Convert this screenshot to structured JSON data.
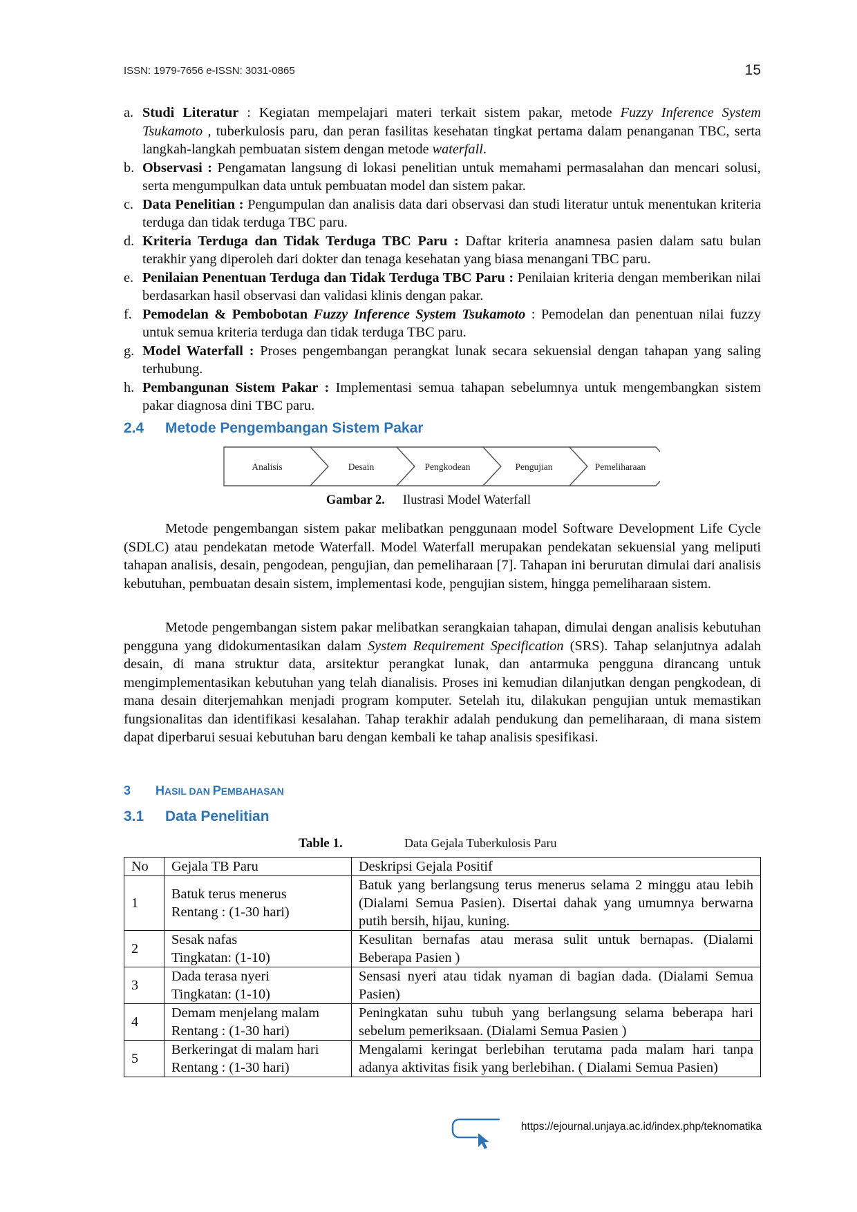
{
  "header": {
    "issn": "ISSN: 1979-7656 e-ISSN: 3031-0865",
    "page_number": "15"
  },
  "steps": [
    {
      "marker": "a.",
      "bold": "Studi Literatur",
      "parts": [
        " : Kegiatan mempelajari materi terkait sistem pakar, metode ",
        "Fuzzy Inference System Tsukamoto",
        " , tuberkulosis paru, dan peran fasilitas kesehatan tingkat pertama dalam penanganan TBC, serta langkah-langkah pembuatan sistem dengan metode ",
        "waterfall",
        "."
      ]
    },
    {
      "marker": "b.",
      "bold": "Observasi :",
      "text": " Pengamatan langsung di lokasi penelitian untuk memahami permasalahan dan mencari solusi, serta mengumpulkan data untuk pembuatan model dan sistem pakar."
    },
    {
      "marker": "c.",
      "bold": "Data Penelitian :",
      "text": " Pengumpulan dan analisis data dari observasi dan studi literatur untuk menentukan kriteria terduga dan tidak terduga TBC paru."
    },
    {
      "marker": "d.",
      "bold": "Kriteria Terduga dan Tidak Terduga TBC Paru :",
      "text": " Daftar kriteria anamnesa pasien dalam satu bulan terakhir yang diperoleh dari dokter dan tenaga kesehatan yang biasa menangani TBC paru."
    },
    {
      "marker": "e.",
      "bold": "Penilaian Penentuan Terduga dan Tidak Terduga TBC Paru :",
      "text": " Penilaian kriteria dengan memberikan nilai berdasarkan hasil observasi dan validasi klinis dengan pakar."
    },
    {
      "marker": "f.",
      "bold_parts": [
        "Pemodelan & Pembobotan ",
        "Fuzzy Inference System Tsukamoto"
      ],
      "text": "  : Pemodelan dan penentuan nilai fuzzy untuk semua kriteria terduga dan tidak terduga TBC paru."
    },
    {
      "marker": "g.",
      "bold": "Model Waterfall :",
      "text": " Proses pengembangan perangkat lunak secara sekuensial dengan tahapan yang saling terhubung."
    },
    {
      "marker": "h.",
      "bold": "Pembangunan Sistem Pakar :",
      "text": " Implementasi semua tahapan sebelumnya untuk mengembangkan sistem pakar diagnosa dini TBC paru."
    }
  ],
  "section_2_4": {
    "number": "2.4",
    "title": "Metode Pengembangan Sistem Pakar"
  },
  "waterfall": {
    "stages": [
      "Analisis",
      "Desain",
      "Pengkodean",
      "Pengujian",
      "Pemeliharaan"
    ],
    "stroke_color": "#555555"
  },
  "figure_caption": {
    "label": "Gambar 2.",
    "text": "Ilustrasi Model Waterfall"
  },
  "paragraph1": "Metode pengembangan sistem pakar melibatkan penggunaan model Software Development Life Cycle (SDLC) atau pendekatan metode Waterfall. Model Waterfall merupakan pendekatan sekuensial yang meliputi tahapan analisis, desain, pengodean, pengujian, dan pemeliharaan [7]. Tahapan ini berurutan dimulai dari analisis kebutuhan, pembuatan desain sistem, implementasi kode, pengujian sistem, hingga pemeliharaan sistem.",
  "paragraph2": {
    "before": "Metode pengembangan sistem pakar melibatkan serangkaian tahapan, dimulai dengan analisis kebutuhan pengguna yang didokumentasikan dalam ",
    "italic": "System Requirement Specification",
    "after": " (SRS). Tahap selanjutnya adalah desain, di mana struktur data, arsitektur perangkat lunak, dan antarmuka pengguna dirancang untuk mengimplementasikan kebutuhan yang telah dianalisis. Proses ini kemudian dilanjutkan dengan pengkodean, di mana desain diterjemahkan menjadi program komputer. Setelah itu, dilakukan pengujian untuk memastikan fungsionalitas dan identifikasi kesalahan. Tahap terakhir adalah pendukung dan pemeliharaan, di mana sistem dapat diperbarui sesuai kebutuhan baru dengan kembali ke tahap analisis spesifikasi."
  },
  "section_3": {
    "number": "3",
    "title_first_h": "H",
    "title_rest_1": "ASIL DAN ",
    "title_first_p": "P",
    "title_rest_2": "EMBAHASAN"
  },
  "section_3_1": {
    "number": "3.1",
    "title": "Data Penelitian"
  },
  "table_caption": {
    "label": "Table 1.",
    "text": "Data Gejala Tuberkulosis Paru"
  },
  "table": {
    "headers": [
      "No",
      "Gejala TB Paru",
      "Deskripsi Gejala Positif"
    ],
    "rows": [
      {
        "no": "1",
        "gejala": "Batuk terus menerus",
        "skala": "Rentang : (1-30 hari)",
        "deskripsi": "Batuk yang berlangsung terus menerus selama 2 minggu atau lebih (Dialami Semua Pasien). Disertai dahak yang umumnya berwarna putih bersih, hijau, kuning."
      },
      {
        "no": "2",
        "gejala": "Sesak nafas",
        "skala": "Tingkatan: (1-10)",
        "deskripsi": "Kesulitan bernafas atau merasa sulit untuk bernapas. (Dialami Beberapa Pasien )"
      },
      {
        "no": "3",
        "gejala": "Dada terasa nyeri",
        "skala": "Tingkatan: (1-10)",
        "deskripsi": "Sensasi nyeri atau tidak nyaman di bagian dada. (Dialami Semua Pasien)"
      },
      {
        "no": "4",
        "gejala": "Demam menjelang malam",
        "skala": "Rentang : (1-30 hari)",
        "deskripsi": "Peningkatan suhu tubuh yang berlangsung selama beberapa hari sebelum pemeriksaan. (Dialami Semua Pasien )"
      },
      {
        "no": "5",
        "gejala": "Berkeringat di malam hari",
        "skala": "Rentang : (1-30 hari)",
        "deskripsi": "Mengalami keringat berlebihan terutama pada malam hari tanpa adanya aktivitas fisik yang berlebihan. ( Dialami Semua Pasien)"
      }
    ]
  },
  "footer": {
    "url": "https://ejournal.unjaya.ac.id/index.php/teknomatika",
    "accent_color": "#2e74b5"
  }
}
